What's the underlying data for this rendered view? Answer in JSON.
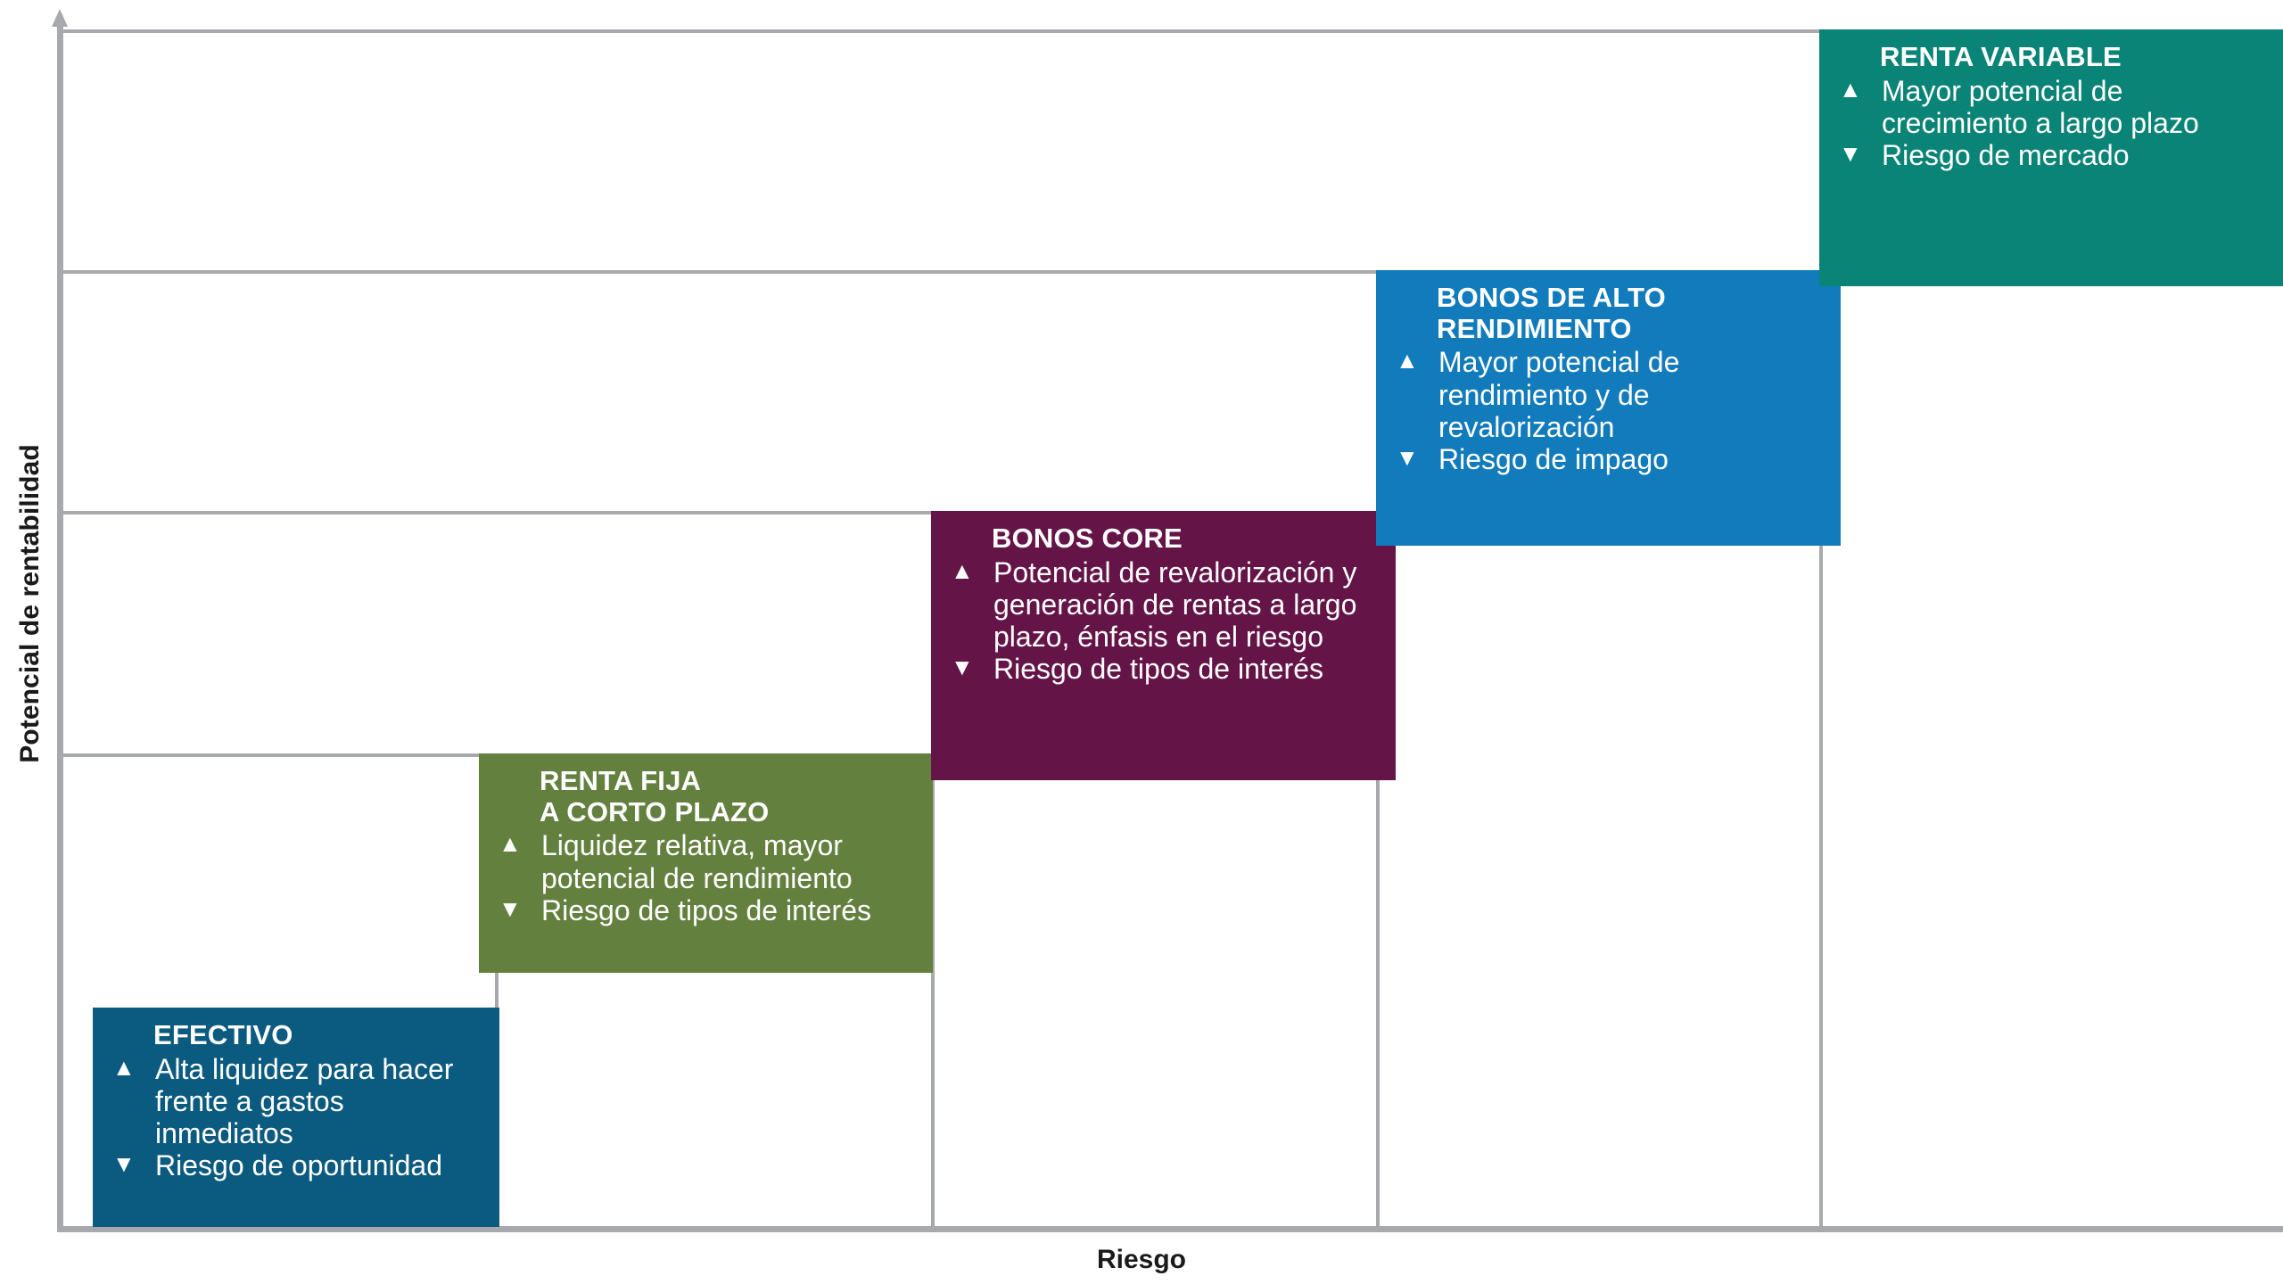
{
  "chart_data": {
    "type": "bar",
    "title": "",
    "xlabel": "Riesgo",
    "ylabel": "Potencial de rentabilidad",
    "grid": true,
    "legend": "none",
    "axis_arrow": "up",
    "categories": [
      "EFECTIVO",
      "RENTA FIJA\nA CORTO PLAZO",
      "BONOS CORE",
      "BONOS DE ALTO\nRENDIMIENTO",
      "RENTA VARIABLE"
    ],
    "x": [
      1,
      2,
      3,
      4,
      5
    ],
    "values": [
      1,
      2,
      3,
      4,
      5
    ],
    "xlim": [
      0,
      5
    ],
    "ylim": [
      0,
      5
    ],
    "series": [
      {
        "name": "Potencial de rentabilidad",
        "values": [
          1,
          2,
          3,
          4,
          5
        ]
      }
    ]
  },
  "axes": {
    "y_title": "Potencial de rentabilidad",
    "x_title": "Riesgo",
    "grid_color": "#a7a9ac",
    "axis_color": "#a7a9ac"
  },
  "boxes": [
    {
      "key": "efectivo",
      "title": "EFECTIVO",
      "color": "#0B5A80",
      "up_icon": "▲",
      "down_icon": "▼",
      "upside": "Alta liquidez para hacer frente a gastos inmediatos",
      "downside": "Riesgo de oportunidad",
      "rank": 1
    },
    {
      "key": "renta-fija",
      "title": "RENTA FIJA\nA CORTO PLAZO",
      "color": "#63803F",
      "up_icon": "▲",
      "down_icon": "▼",
      "upside": "Liquidez relativa, mayor potencial de rendimiento",
      "downside": "Riesgo de tipos de interés",
      "rank": 2
    },
    {
      "key": "bonos-core",
      "title": "BONOS CORE",
      "color": "#651448",
      "up_icon": "▲",
      "down_icon": "▼",
      "upside": "Potencial de revalorización y generación de rentas a largo plazo, énfasis en el riesgo",
      "downside": "Riesgo de tipos de interés",
      "rank": 3
    },
    {
      "key": "alto-rendimiento",
      "title": "BONOS DE ALTO\nRENDIMIENTO",
      "color": "#117BBC",
      "up_icon": "▲",
      "down_icon": "▼",
      "upside": "Mayor potencial de rendimiento y de revalorización",
      "downside": "Riesgo de impago",
      "rank": 4
    },
    {
      "key": "renta-variable",
      "title": "RENTA VARIABLE",
      "color": "#0A8476",
      "up_icon": "▲",
      "down_icon": "▼",
      "upside": "Mayor potencial de crecimiento a largo plazo",
      "downside": "Riesgo de mercado",
      "rank": 5
    }
  ]
}
